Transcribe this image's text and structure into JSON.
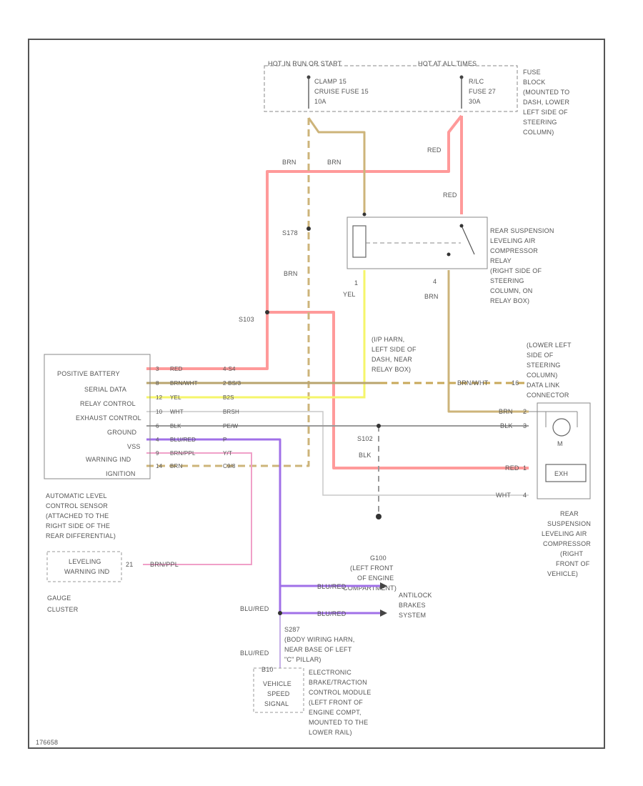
{
  "diagram": {
    "headers": {
      "hot_run_start": "HOT IN RUN OR START",
      "hot_all_times": "HOT AT ALL TIMES"
    },
    "fuses": {
      "clamp15": [
        "CLAMP 15",
        "CRUISE FUSE 15",
        "10A"
      ],
      "rlc": [
        "R/LC",
        "FUSE 27",
        "30A"
      ],
      "block_desc": [
        "FUSE",
        "BLOCK",
        "(MOUNTED TO",
        "DASH, LOWER",
        "LEFT SIDE OF",
        "STEERING",
        "COLUMN)"
      ]
    },
    "wires": {
      "red": "RED",
      "brn": "BRN",
      "yel": "YEL",
      "blk": "BLK",
      "wht": "WHT",
      "brn_wht": "BRN/WHT",
      "blu_red": "BLU/RED",
      "brn_ppl": "BRN/PPL"
    },
    "splices": {
      "s178": "S178",
      "s103": "S103",
      "s102": "S102",
      "g100": "G100",
      "g100_desc": [
        "(LEFT FRONT",
        "OF ENGINE",
        "COMPARTMENT)"
      ],
      "s287": "S287",
      "s287_desc": [
        "S287",
        "(BODY WIRING HARN,",
        "NEAR BASE OF LEFT",
        "\"C\" PILLAR)"
      ]
    },
    "relay": {
      "pin1": "1",
      "pin4": "4",
      "desc": [
        "REAR SUSPENSION",
        "LEVELING AIR",
        "COMPRESSOR",
        "RELAY",
        "(RIGHT SIDE OF",
        "STEERING",
        "COLUMN, ON",
        "RELAY BOX)"
      ]
    },
    "ip_harn": [
      "(I/P HARN,",
      "LEFT SIDE OF",
      "DASH, NEAR",
      "RELAY BOX)"
    ],
    "sensor": {
      "pins": [
        {
          "name": "POSITIVE BATTERY",
          "num": "3",
          "color": "RED",
          "code": "4-S4"
        },
        {
          "name": "SERIAL DATA",
          "num": "8",
          "color": "BRN/WHT",
          "code": "2 BS/3"
        },
        {
          "name": "RELAY CONTROL",
          "num": "12",
          "color": "YEL",
          "code": "B2S"
        },
        {
          "name": "EXHAUST CONTROL",
          "num": "10",
          "color": "WHT",
          "code": "BRSH"
        },
        {
          "name": "GROUND",
          "num": "6",
          "color": "BLK",
          "code": "PE/W"
        },
        {
          "name": "VSS",
          "num": "4",
          "color": "BLU/RED",
          "code": "P"
        },
        {
          "name": "WARNING IND",
          "num": "9",
          "color": "BRN/PPL",
          "code": "Y/T"
        },
        {
          "name": "IGNITION",
          "num": "14",
          "color": "BRN",
          "code": "C9/8"
        }
      ],
      "desc": [
        "AUTOMATIC LEVEL",
        "CONTROL SENSOR",
        "(ATTACHED TO THE",
        "RIGHT SIDE OF THE",
        "REAR DIFFERENTIAL)"
      ]
    },
    "dlc": {
      "pin": "16",
      "desc": [
        "(LOWER LEFT",
        "SIDE OF",
        "STEERING",
        "COLUMN)",
        "DATA LINK",
        "CONNECTOR"
      ]
    },
    "compressor": {
      "pins": [
        "2",
        "3",
        "1",
        "4"
      ],
      "motor": "M",
      "box": "EXH",
      "desc": [
        "REAR",
        "SUSPENSION",
        "LEVELING AIR",
        "COMPRESSOR",
        "(RIGHT",
        "FRONT OF",
        "VEHICLE)"
      ]
    },
    "gauge": {
      "pin": "21",
      "inner": [
        "LEVELING",
        "WARNING IND"
      ],
      "desc": [
        "GAUGE",
        "CLUSTER"
      ]
    },
    "abs": [
      "ANTILOCK",
      "BRAKES",
      "SYSTEM"
    ],
    "ebcm": {
      "pin": "B10",
      "inner": [
        "VEHICLE",
        "SPEED",
        "SIGNAL"
      ],
      "desc": [
        "ELECTRONIC",
        "BRAKE/TRACTION",
        "CONTROL MODULE",
        "(LEFT FRONT OF",
        "ENGINE COMPT,",
        "MOUNTED TO THE",
        "LOWER RAIL)"
      ]
    },
    "footer_code": "176658"
  }
}
